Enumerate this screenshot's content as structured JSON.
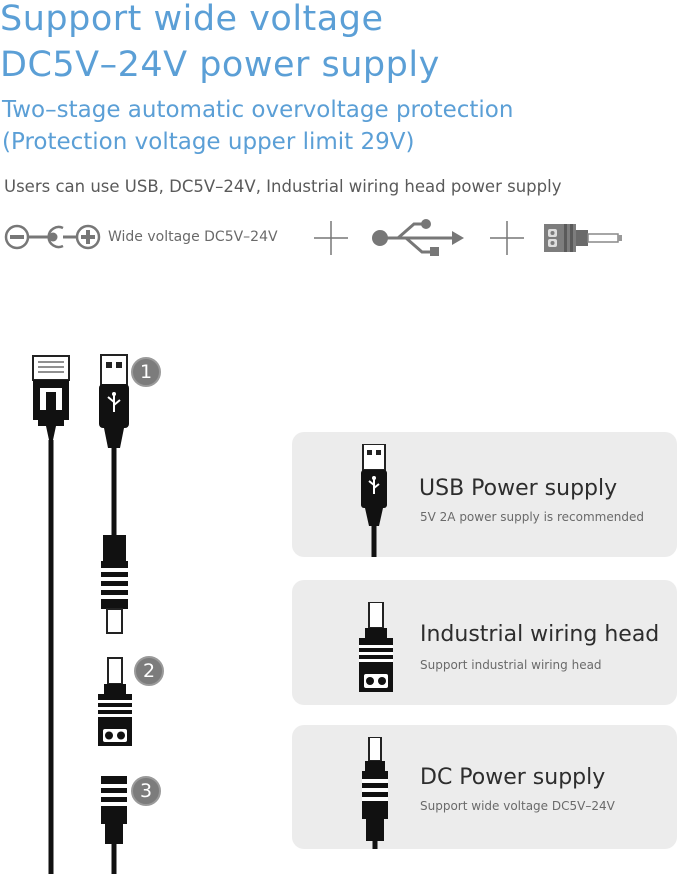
{
  "headline": {
    "line1": "Support wide voltage",
    "line2": "DC5V–24V power supply"
  },
  "subhead": {
    "line1": "Two–stage automatic overvoltage protection",
    "line2": "(Protection voltage upper limit 29V)"
  },
  "users_line": "Users can use USB, DC5V–24V, Industrial wiring head power supply",
  "icon_row": {
    "polarity_label": "Wide voltage DC5V–24V",
    "icons": [
      "polarity-minus-icon",
      "dc-jack-icon",
      "polarity-plus-icon",
      "plus-icon",
      "usb-symbol-icon",
      "plus-icon",
      "terminal-adapter-icon"
    ]
  },
  "badges": [
    "1",
    "2",
    "3"
  ],
  "cards": [
    {
      "icon": "usb-plug-icon",
      "title": "USB Power supply",
      "subtitle": "5V 2A power supply is recommended"
    },
    {
      "icon": "terminal-block-plug-icon",
      "title": "Industrial wiring head",
      "subtitle": "Support industrial wiring head"
    },
    {
      "icon": "dc-barrel-plug-icon",
      "title": "DC Power supply",
      "subtitle": "Support wide voltage DC5V–24V"
    }
  ],
  "colors": {
    "accent": "#5b9fd6",
    "card_bg": "#ececec",
    "badge_bg": "#7c7c7c",
    "cable": "#111111"
  }
}
